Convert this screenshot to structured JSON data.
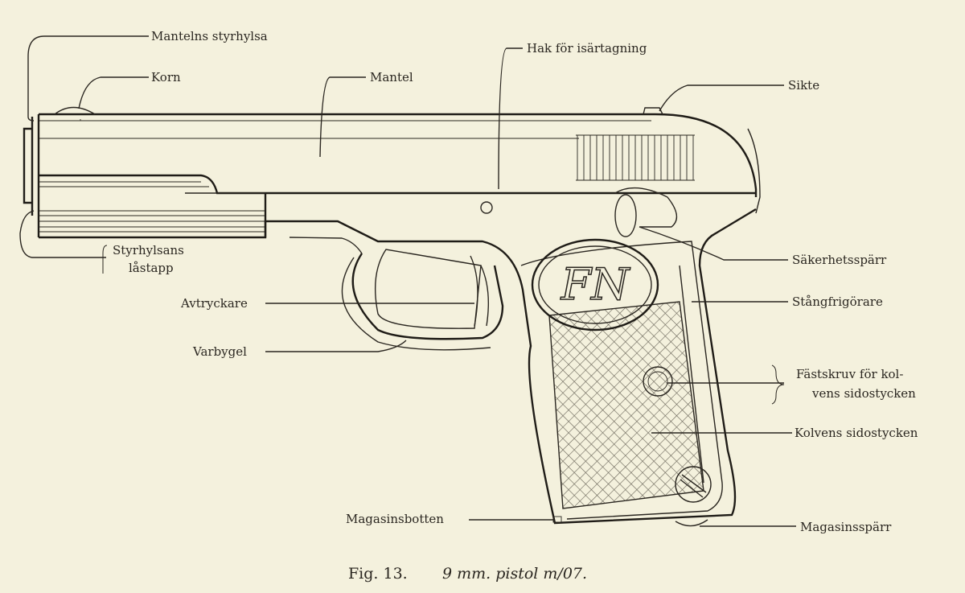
{
  "labels": {
    "mantelns_styrhylsa": "Mantelns styrhylsa",
    "korn": "Korn",
    "mantel": "Mantel",
    "hak": "Hak för isärtagning",
    "sikte": "Sikte",
    "styrhylsans_1": "Styrhylsans",
    "styrhylsans_2": "låstapp",
    "sakerhetssparr": "Säkerhetsspärr",
    "avtryckare": "Avtryckare",
    "stangfrigorare": "Stångfrigörare",
    "varbygel": "Varbygel",
    "fastskruv_1": "Fästskruv för kol-",
    "fastskruv_2": "vens sidostycken",
    "kolvens": "Kolvens sidostycken",
    "magasinsbotten": "Magasinsbotten",
    "magasinssparr": "Magasinsspärr"
  },
  "caption": {
    "fig": "Fig. 13.",
    "title": "9 mm. pistol m/07."
  },
  "logo": "FN"
}
